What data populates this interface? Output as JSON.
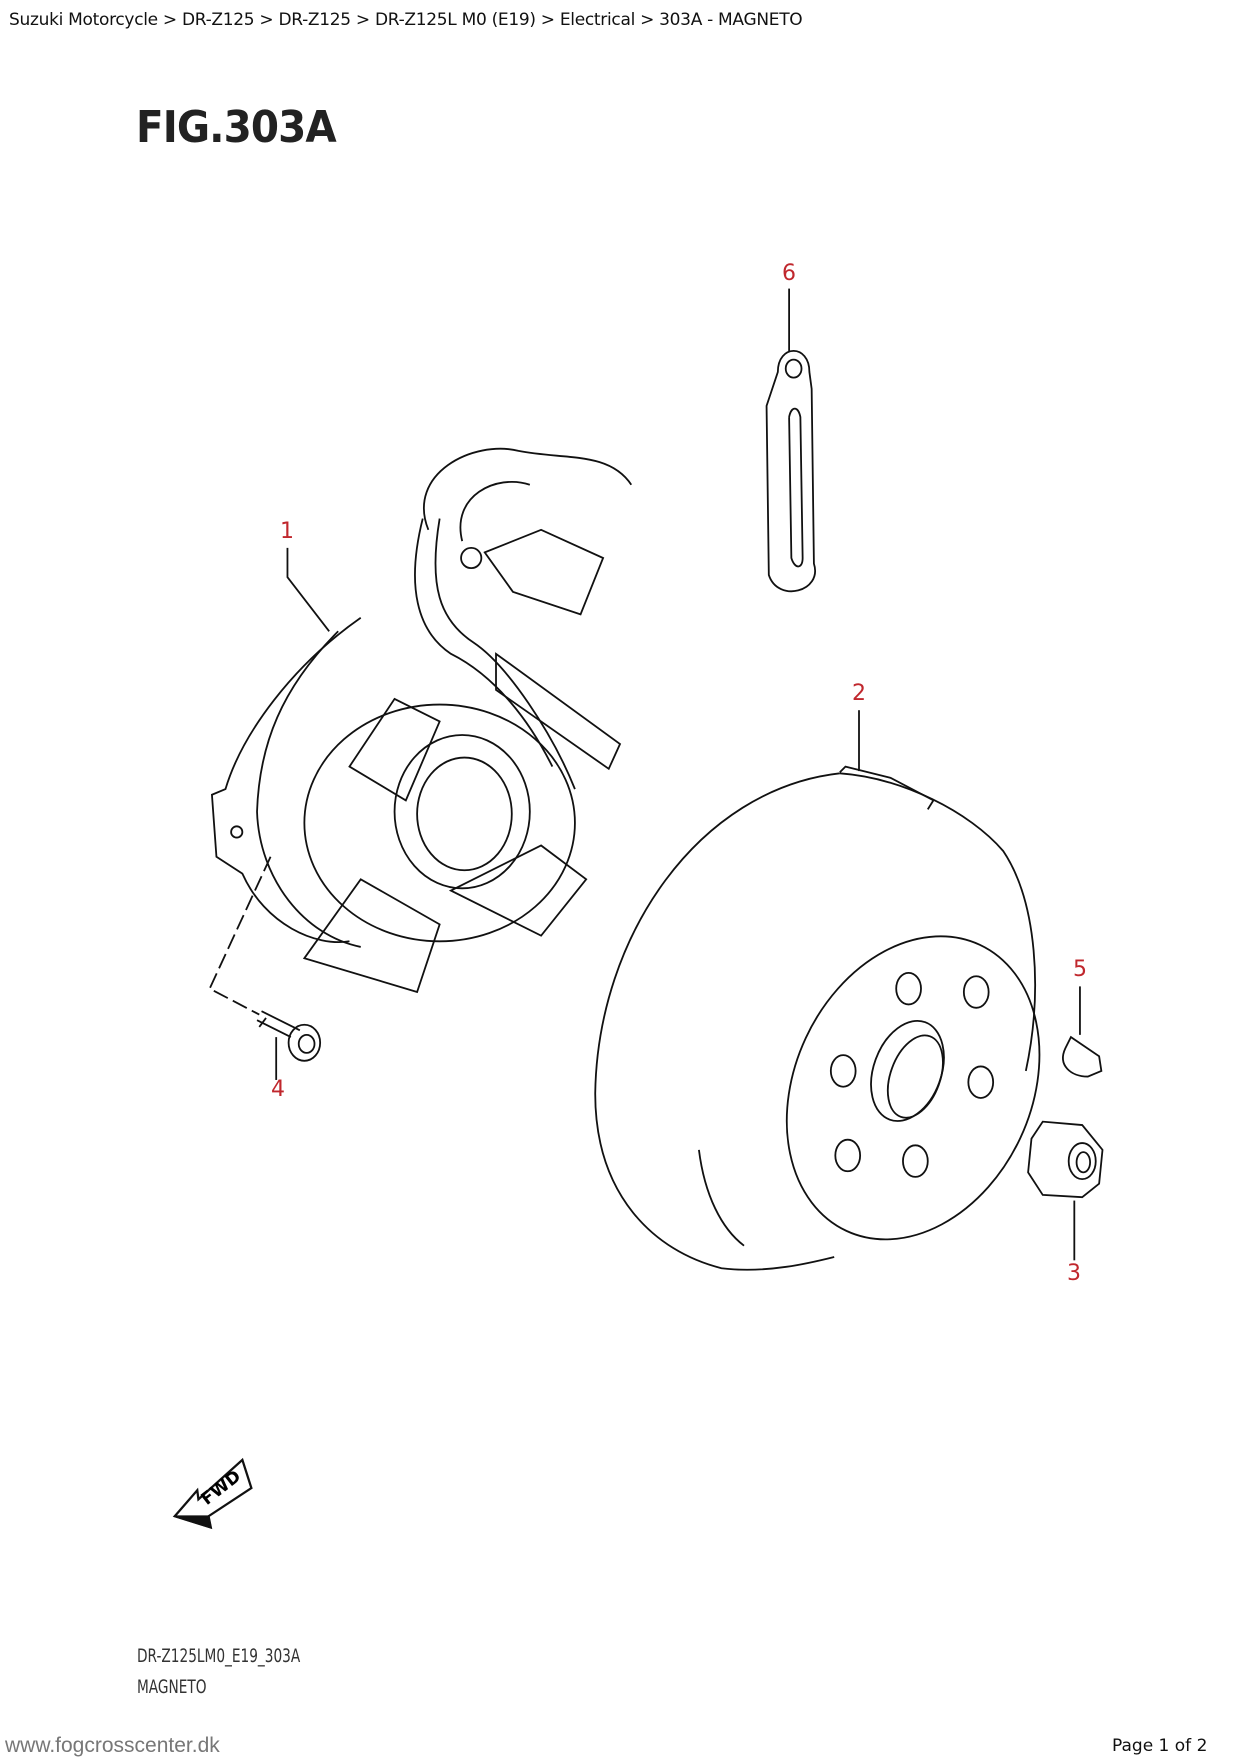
{
  "breadcrumb": "Suzuki Motorcycle > DR-Z125 > DR-Z125 > DR-Z125L M0 (E19) > Electrical > 303A - MAGNETO",
  "figure_title": "FIG.303A",
  "callouts": [
    "1",
    "2",
    "3",
    "4",
    "5",
    "6"
  ],
  "fwd_label": "FWD",
  "diagram_code": "DR-Z125LM0_E19_303A",
  "diagram_name": "MAGNETO",
  "footer": {
    "site": "www.fogcrosscenter.dk",
    "page": "Page 1 of 2"
  },
  "colors": {
    "callout": "#c0272d"
  }
}
